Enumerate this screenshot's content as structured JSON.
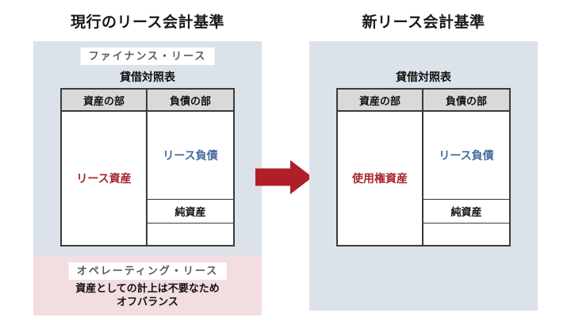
{
  "diagram": {
    "left": {
      "title": "現行のリース会計基準",
      "finance_lease_label": "ファイナンス・リース",
      "balance_sheet_title": "貸借対照表",
      "table": {
        "assets_header": "資産の部",
        "liabilities_header": "負債の部",
        "assets_item": "リース資産",
        "liabilities_item": "リース負債",
        "net_assets_item": "純資産"
      },
      "operating_lease": {
        "label": "オペレーティング・リース",
        "note_line1": "資産としての計上は不要なため",
        "note_line2": "オフバランス"
      }
    },
    "right": {
      "title": "新リース会計基準",
      "balance_sheet_title": "貸借対照表",
      "table": {
        "assets_header": "資産の部",
        "liabilities_header": "負債の部",
        "assets_item": "使用権資産",
        "liabilities_item": "リース負債",
        "net_assets_item": "純資産"
      }
    },
    "arrow": {
      "direction": "right",
      "color": "#b01e28"
    },
    "colors": {
      "panel_blue": "#dbe2ea",
      "panel_pink": "#f2dde0",
      "table_header_gray": "#d9d9d9",
      "assets_text_red": "#a8252a",
      "liabilities_text_blue": "#45699c",
      "chip_text_gray": "#595959",
      "border_dark": "#3a3a3a"
    }
  }
}
